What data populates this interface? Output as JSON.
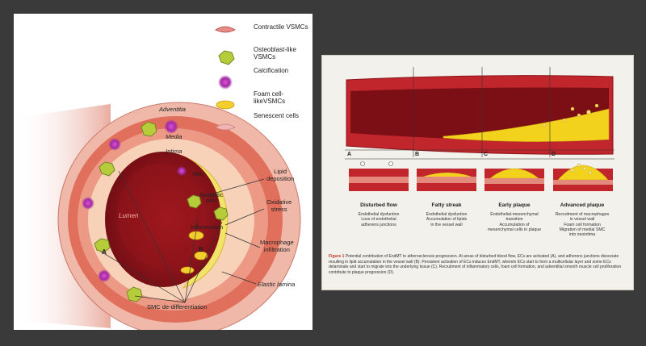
{
  "left_figure": {
    "legend": [
      {
        "label": "Contractile VSMCs",
        "icon": "contractile-vsmc-icon"
      },
      {
        "label": "Osteoblast-like VSMCs",
        "icon": "osteoblast-vsmc-icon"
      },
      {
        "label": "Calcification",
        "icon": "calcification-icon"
      },
      {
        "label": "Foam cell-likeVSMCs",
        "icon": "foam-cell-vsmc-icon"
      },
      {
        "label": "Senescent cells",
        "icon": "senescent-cell-icon"
      }
    ],
    "layers": {
      "adventitia": "Adventitia",
      "media": "Media",
      "intima": "Intima",
      "lumen": "Lumen"
    },
    "inner_labels": {
      "smc": "SMC",
      "apoptotic": "Apoptotic\ncells",
      "inflammation": "Inflammation",
      "a": "A",
      "b": "B"
    },
    "callouts": {
      "lipid": "Lipid\ndeposition",
      "oxidative": "Oxidative\nstress",
      "macrophage": "Macrophage\ninfiltration",
      "elastic": "Elastic lamina",
      "smc_dediff": "SMC de-differentiation"
    }
  },
  "right_figure": {
    "panels": [
      {
        "letter": "A",
        "title": "Disturbed flow",
        "desc": "Endothelial dysfuntion\nLoss of endothelial\nadherens junctions"
      },
      {
        "letter": "B",
        "title": "Fatty streak",
        "desc": "Endothelial dysfuntion\nAccumulation of lipids\nin the vessel wall"
      },
      {
        "letter": "C",
        "title": "Early plaque",
        "desc": "Endothelial-mesenchymal\ntransition\nAccumulation of\nmesenchymal cells in plaque"
      },
      {
        "letter": "D",
        "title": "Advanced plaque",
        "desc": "Recruitment of macrophages\nin vessel wall\nFoam cell formation\nMigration of medial SMC\ninto neointima"
      }
    ],
    "caption_label": "Figure 1",
    "caption_text": "Potential contribution of EndMT to atherosclerosis progression. At areas of disturbed blood flow, ECs are activated (A), and adherens junctions dissociate resulting in lipid accumulation in the vessel wall (B). Persistent activation of ECs induces EndMT, wherein ECs start to form a multicellular layer and some ECs delaminate and start to migrate into the underlying tissue (C). Recruitment of inflammatory cells, foam cell formation, and adventitial smooth muscle cell proliferation contribute to plaque progression (D).",
    "colors": {
      "vessel": "#c0262b",
      "plaque": "#f2d21c",
      "lumen": "#8a1219"
    }
  }
}
